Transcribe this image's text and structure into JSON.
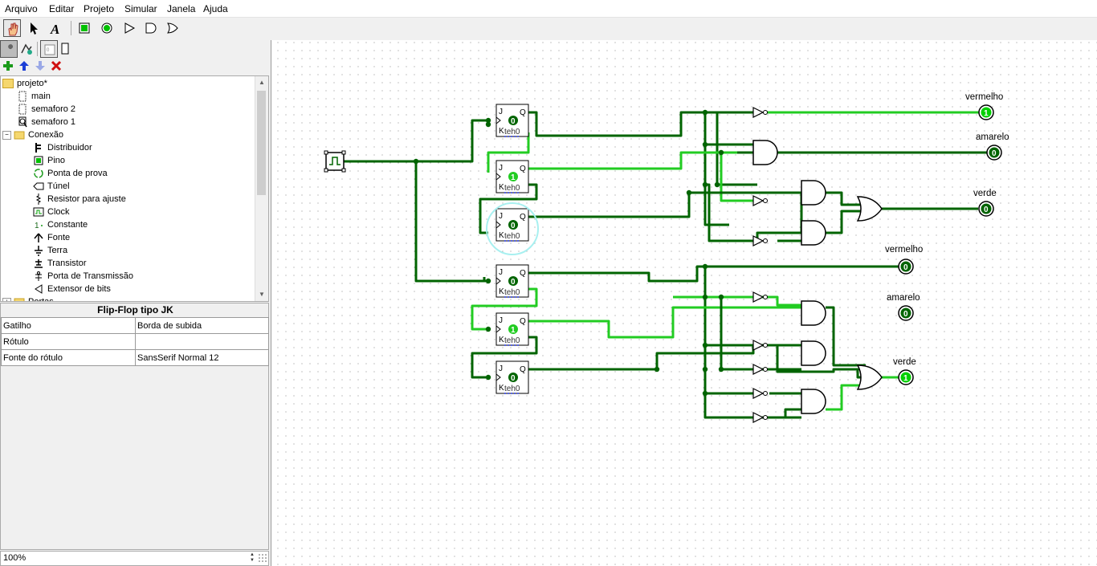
{
  "menu": [
    "Arquivo",
    "Editar",
    "Projeto",
    "Simular",
    "Janela",
    "Ajuda"
  ],
  "toolbar": {
    "tools": [
      "poke-tool",
      "select-tool",
      "text-tool",
      "input-pin-tool",
      "output-pin-tool",
      "not-gate-tool",
      "and-gate-tool",
      "or-gate-tool"
    ]
  },
  "tree": {
    "root": "projeto*",
    "items": [
      {
        "label": "main",
        "icon": "circuit-icon",
        "level": 1
      },
      {
        "label": "semaforo 2",
        "icon": "circuit-icon",
        "level": 1
      },
      {
        "label": "semaforo 1",
        "icon": "circuit-magnify-icon",
        "level": 1
      },
      {
        "label": "Conexão",
        "icon": "folder-icon",
        "level": 0
      },
      {
        "label": "Distribuidor",
        "icon": "splitter-icon",
        "level": 2
      },
      {
        "label": "Pino",
        "icon": "pin-icon",
        "level": 2
      },
      {
        "label": "Ponta de prova",
        "icon": "probe-icon",
        "level": 2
      },
      {
        "label": "Túnel",
        "icon": "tunnel-icon",
        "level": 2
      },
      {
        "label": "Resistor para ajuste",
        "icon": "resistor-icon",
        "level": 2
      },
      {
        "label": "Clock",
        "icon": "clock-icon",
        "level": 2
      },
      {
        "label": "Constante",
        "icon": "constant-icon",
        "level": 2
      },
      {
        "label": "Fonte",
        "icon": "power-icon",
        "level": 2
      },
      {
        "label": "Terra",
        "icon": "ground-icon",
        "level": 2
      },
      {
        "label": "Transistor",
        "icon": "transistor-icon",
        "level": 2
      },
      {
        "label": "Porta de Transmissão",
        "icon": "transmission-gate-icon",
        "level": 2
      },
      {
        "label": "Extensor de bits",
        "icon": "bit-extender-icon",
        "level": 2
      },
      {
        "label": "Portas",
        "icon": "folder-icon",
        "level": 0
      }
    ]
  },
  "attributes": {
    "title": "Flip-Flop tipo JK",
    "rows": [
      {
        "key": "Gatilho",
        "value": "Borda de subida"
      },
      {
        "key": "Rótulo",
        "value": ""
      },
      {
        "key": "Fonte do rótulo",
        "value": "SansSerif Normal 12"
      }
    ]
  },
  "zoom": "100%",
  "circuit": {
    "labels": {
      "top_red": "vermelho",
      "top_yellow": "amarelo",
      "top_green": "verde",
      "bot_red": "vermelho",
      "bot_yellow": "amarelo",
      "bot_green": "verde"
    },
    "ff_labels": {
      "j": "J",
      "k": "K",
      "q": "Q",
      "tag": "teh0"
    },
    "flipflop_values": [
      "0",
      "1",
      "0",
      "0",
      "1",
      "0"
    ],
    "output_values": [
      "1",
      "0",
      "0",
      "0",
      "0",
      "1"
    ],
    "colors": {
      "wire_dark": "#006400",
      "wire_bright": "#22cc22",
      "led_on": "#00d000"
    }
  }
}
